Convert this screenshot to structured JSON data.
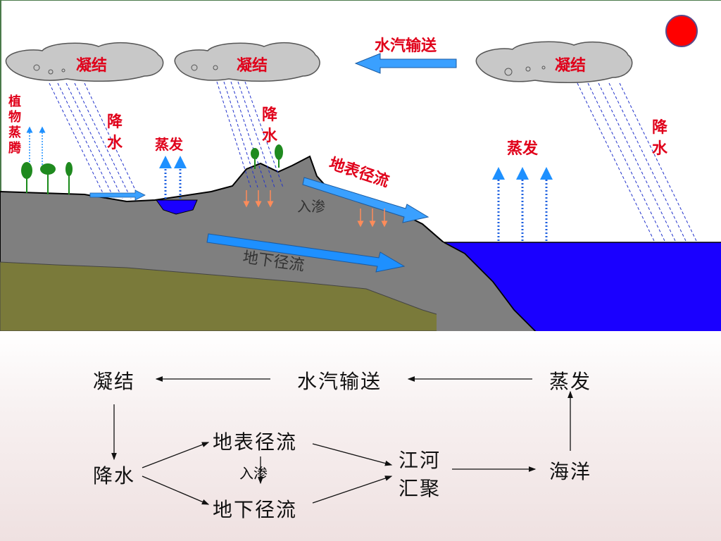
{
  "scene": {
    "cloud_labels": [
      "凝结",
      "凝结",
      "凝结"
    ],
    "vapor_transport": "水汽输送",
    "precipitation_chars": [
      "降",
      "水"
    ],
    "evaporation": "蒸发",
    "plant_transpiration_chars": [
      "植",
      "物",
      "蒸",
      "腾"
    ],
    "surface_runoff": "地表径流",
    "infiltration": "入渗",
    "groundwater_runoff": "地下径流",
    "colors": {
      "label_red": "#e0001a",
      "arrow_blue": "#1e90ff",
      "sea": "#1a00ff",
      "rock": "#7f7f7f",
      "soil": "#7a7a3a",
      "sun": "#ff0000"
    }
  },
  "flowchart": {
    "condensation": "凝结",
    "vapor_transport": "水汽输送",
    "evaporation": "蒸发",
    "precipitation": "降水",
    "surface_runoff": "地表径流",
    "infiltration": "入渗",
    "groundwater_runoff": "地下径流",
    "river_line1": "江河",
    "river_line2": "汇聚",
    "ocean": "海洋"
  }
}
